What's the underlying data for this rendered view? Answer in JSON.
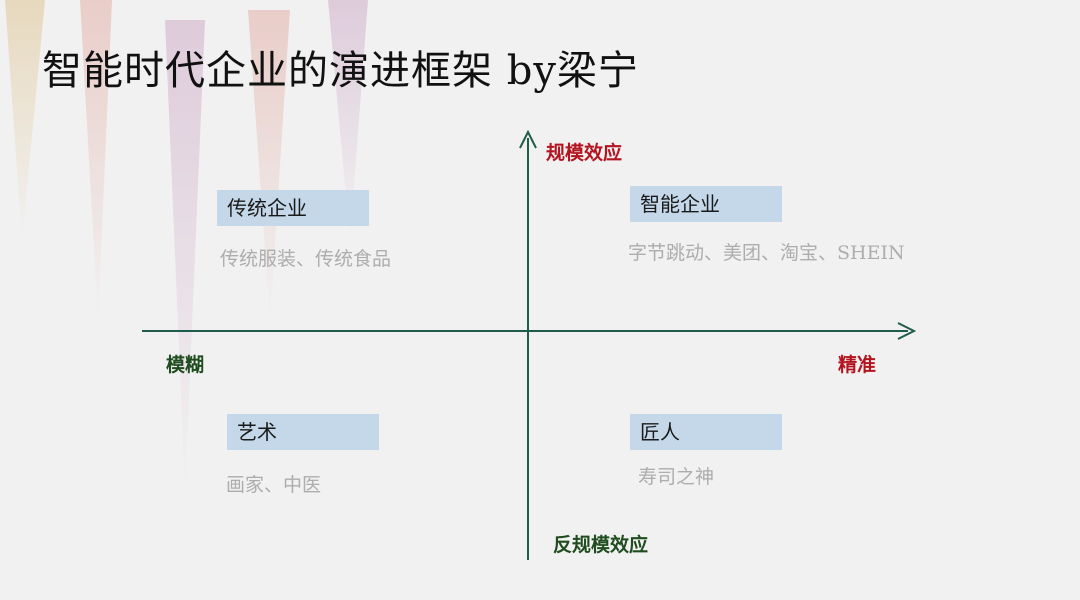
{
  "title": "智能时代企业的演进框架 by梁宁",
  "colors": {
    "axis": "#1f5c4b",
    "positive_label": "#b3141f",
    "negative_label": "#1f4d1f",
    "box_fill": "#c4d8ea",
    "example_text": "#adadad"
  },
  "axes": {
    "top_label": "规模效应",
    "bottom_label": "反规模效应",
    "left_label": "模糊",
    "right_label": "精准"
  },
  "quadrants": {
    "top_left": {
      "label": "传统企业",
      "examples": "传统服装、传统食品"
    },
    "top_right": {
      "label": "智能企业",
      "examples": "字节跳动、美团、淘宝、SHEIN"
    },
    "bottom_left": {
      "label": "艺术",
      "examples": "画家、中医"
    },
    "bottom_right": {
      "label": "匠人",
      "examples": "寿司之神"
    }
  }
}
